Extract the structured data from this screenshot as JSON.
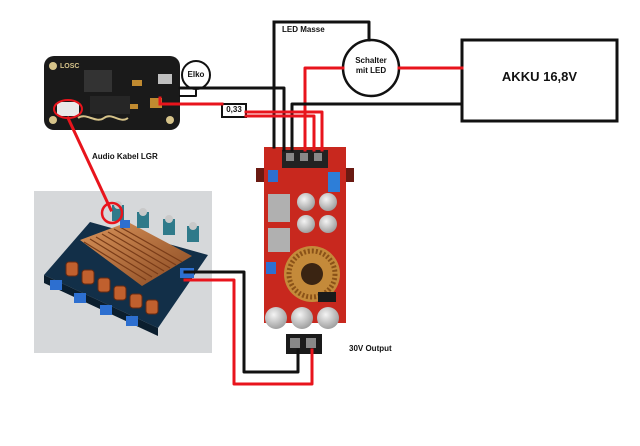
{
  "labels": {
    "led_masse": "LED Masse",
    "schalter_line1": "Schalter",
    "schalter_line2": "mit LED",
    "akku": "AKKU 16,8V",
    "elko": "Elko",
    "resistor": "0,33",
    "audio_kabel": "Audio Kabel LGR",
    "output": "30V Output"
  },
  "pcb_markings": {
    "bt_logo": "LOSC"
  },
  "colors": {
    "wire_red": "#e8141c",
    "wire_black": "#111111",
    "board_bt": "#1a1a1a",
    "board_boost": "#c8281e",
    "board_amp": "#0e3a5a",
    "heatsink": "#b8703a"
  }
}
